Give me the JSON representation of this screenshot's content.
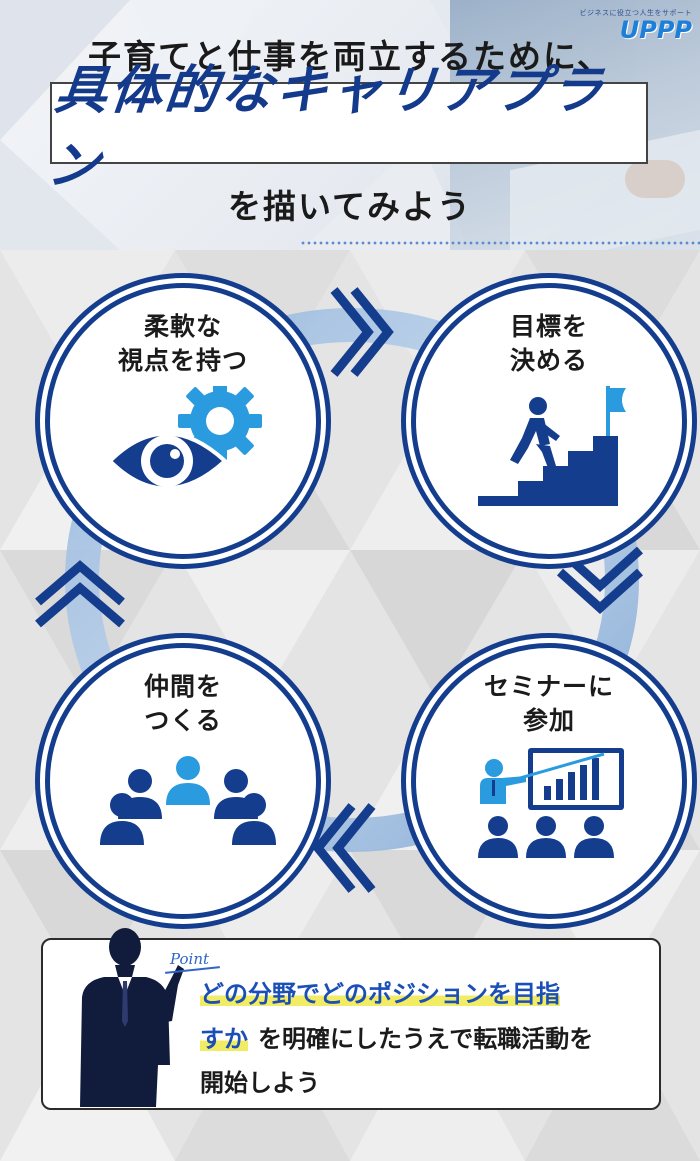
{
  "header": {
    "logo_tagline": "ビジネスに役立つ人生をサポート",
    "logo_text": "UPPP",
    "headline_line1": "子育てと仕事を両立するために、",
    "headline_line2": "具体的なキャリアプラン",
    "headline_line3": "を描いてみよう"
  },
  "cycle": {
    "steps": [
      {
        "line1": "柔軟な",
        "line2": "視点を持つ",
        "icon": "eye-gear-icon"
      },
      {
        "line1": "目標を",
        "line2": "決める",
        "icon": "stairs-flag-icon"
      },
      {
        "line1": "セミナーに",
        "line2": "参加",
        "icon": "seminar-presentation-icon"
      },
      {
        "line1": "仲間を",
        "line2": "つくる",
        "icon": "group-people-icon"
      }
    ],
    "arrow_icon": "double-chevron-icon"
  },
  "point": {
    "label": "Point",
    "line1": "どの分野でどのポジションを目指",
    "line2_highlight": "すか",
    "line2_rest": "を明確にしたうえで転職活動を",
    "line3": "開始しよう",
    "figure": "businessman-silhouette-icon"
  },
  "colors": {
    "navy": "#143d8d",
    "blue": "#1a5fb4",
    "light_blue": "#2b9be0",
    "highlight_yellow": "#f2ec64",
    "ring_blue": "#8fb3dd"
  }
}
